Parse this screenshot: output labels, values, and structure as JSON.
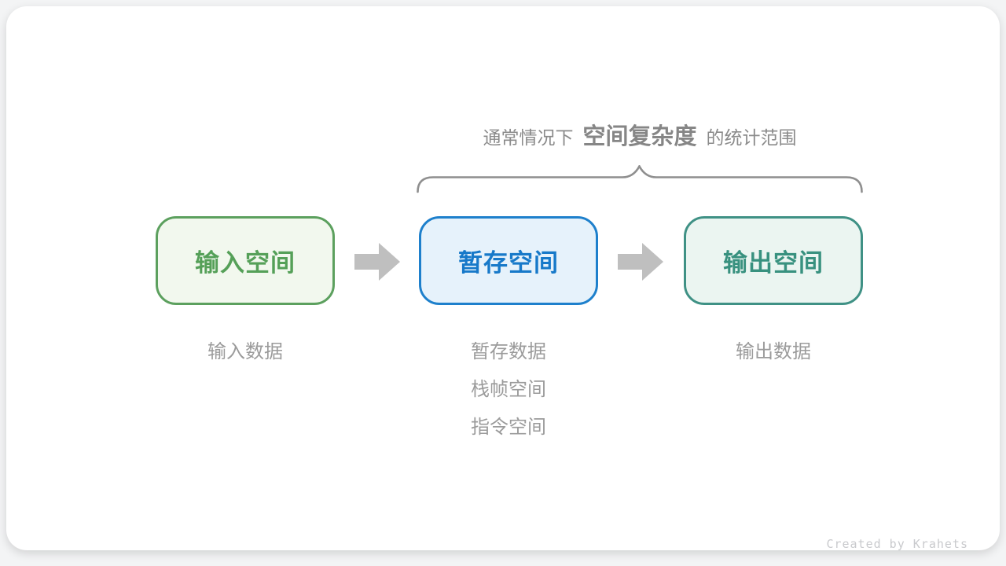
{
  "diagram": {
    "caption": {
      "prefix": "通常情况下",
      "highlight": "空间复杂度",
      "suffix": "的统计范围"
    },
    "boxes": [
      {
        "id": "input-space",
        "label": "输入空间",
        "notes": [
          "输入数据"
        ]
      },
      {
        "id": "temp-space",
        "label": "暂存空间",
        "notes": [
          "暂存数据",
          "栈帧空间",
          "指令空间"
        ]
      },
      {
        "id": "output-space",
        "label": "输出空间",
        "notes": [
          "输出数据"
        ]
      }
    ],
    "colors": {
      "input_border": "#5ca05e",
      "input_fill": "#f2f8ee",
      "input_text": "#55a058",
      "temp_border": "#1e80cc",
      "temp_fill": "#e6f2fb",
      "temp_text": "#1779c9",
      "output_border": "#3f9185",
      "output_fill": "#ebf5f1",
      "output_text": "#38917f",
      "arrow": "#bfbfbf",
      "brace": "#8f8f8f",
      "caption_text": "#8b8b8b",
      "note_text": "#9b9b9b"
    },
    "credit": "Created by Krahets"
  }
}
